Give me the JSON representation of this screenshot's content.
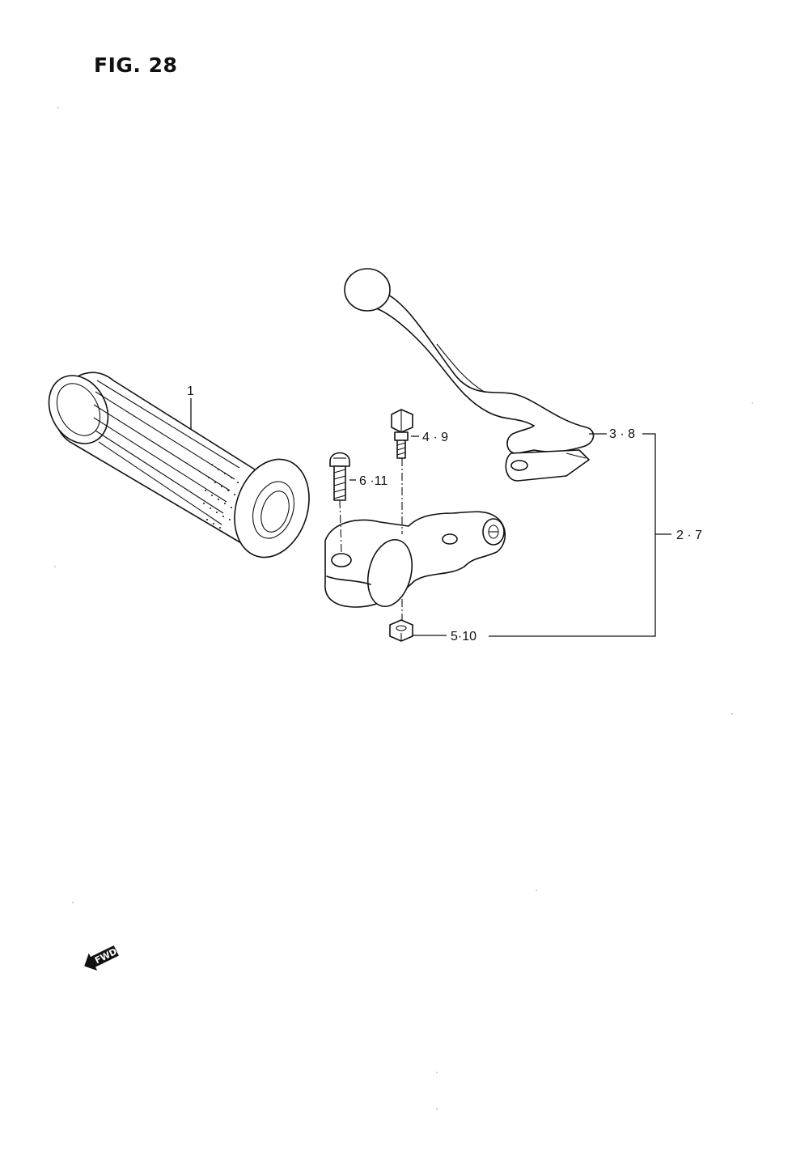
{
  "figure": {
    "title": "FIG. 28"
  },
  "callouts": {
    "grip": "1",
    "lever": "3 · 8",
    "bracket_assembly": "2 · 7",
    "pivot_bolt": "4 · 9",
    "clamp_screw": "6 ·11",
    "nut": "5·10"
  },
  "direction_arrow": {
    "label": "FWD",
    "icon": "fwd-arrow-icon"
  }
}
